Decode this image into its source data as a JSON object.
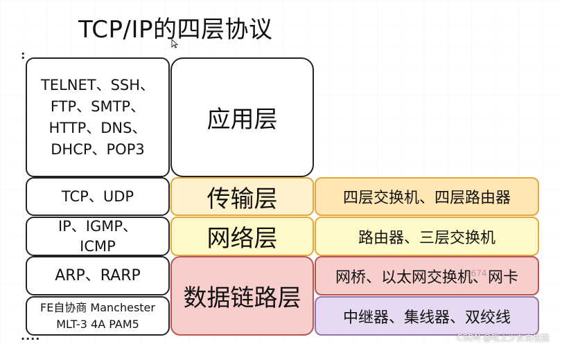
{
  "title": "TCP/IP的四层协议",
  "protocols": [
    {
      "id": "app",
      "text": "TELNET、SSH、\nFTP、SMTP、\nHTTP、DNS、\nDHCP、POP3"
    },
    {
      "id": "transport",
      "text": "TCP、UDP"
    },
    {
      "id": "network",
      "text": "IP、IGMP、\nICMP"
    },
    {
      "id": "link-a",
      "text": "ARP、RARP"
    },
    {
      "id": "link-b",
      "text": "FE自协商 Manchester\nMLT-3 4A PAM5"
    }
  ],
  "layers": [
    {
      "id": "application",
      "label": "应用层",
      "fill": "#ffffff"
    },
    {
      "id": "transport",
      "label": "传输层",
      "fill": "#fff2cc"
    },
    {
      "id": "network",
      "label": "网络层",
      "fill": "#fffbc8"
    },
    {
      "id": "datalink",
      "label": "数据链路层",
      "fill": "#f8cecc"
    }
  ],
  "devices": [
    {
      "id": "transport-devices",
      "label": "四层交换机、四层路由器",
      "fill": "#ffe6b3"
    },
    {
      "id": "network-devices",
      "label": "路由器、三层交换机",
      "fill": "#fffbc8"
    },
    {
      "id": "link-devices",
      "label": "网桥、以太网交换机、网卡",
      "fill": "#f8cecc"
    },
    {
      "id": "physical-devices",
      "label": "中继器、集线器、双绞线",
      "fill": "#e6d9f2"
    }
  ],
  "watermarks": {
    "main": "CSDN @吃土少女古拉拉",
    "overlay": "9674"
  }
}
